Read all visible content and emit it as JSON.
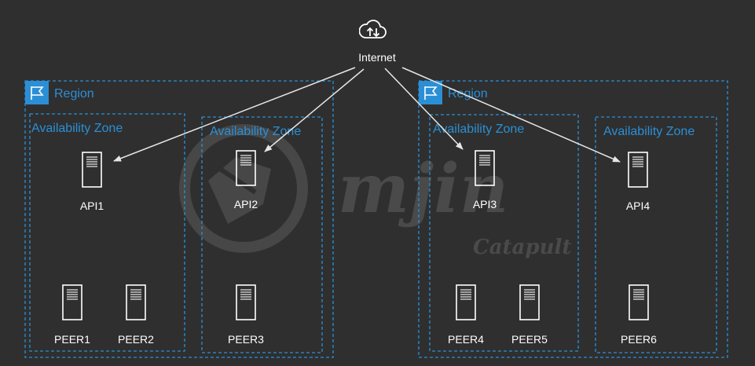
{
  "internet": {
    "label": "Internet",
    "icon": "cloud-upload-download-icon"
  },
  "regions": [
    {
      "label": "Region",
      "icon": "region-flag-icon"
    },
    {
      "label": "Region",
      "icon": "region-flag-icon"
    }
  ],
  "zones": [
    {
      "label": "Availability Zone"
    },
    {
      "label": "Availability Zone"
    },
    {
      "label": "Availability Zone"
    },
    {
      "label": "Availability Zone"
    }
  ],
  "servers": [
    {
      "label": "API1",
      "icon": "server-icon"
    },
    {
      "label": "API2",
      "icon": "server-icon"
    },
    {
      "label": "API3",
      "icon": "server-icon"
    },
    {
      "label": "API4",
      "icon": "server-icon"
    },
    {
      "label": "PEER1",
      "icon": "server-icon"
    },
    {
      "label": "PEER2",
      "icon": "server-icon"
    },
    {
      "label": "PEER3",
      "icon": "server-icon"
    },
    {
      "label": "PEER4",
      "icon": "server-icon"
    },
    {
      "label": "PEER5",
      "icon": "server-icon"
    },
    {
      "label": "PEER6",
      "icon": "server-icon"
    }
  ],
  "watermark": {
    "logo_text": "mjin",
    "sub_text": "Catapult"
  },
  "colors": {
    "background": "#2f2f2f",
    "accent": "#2b8fd6",
    "line": "#e6e6e6",
    "watermark": "#4a4a4a"
  }
}
